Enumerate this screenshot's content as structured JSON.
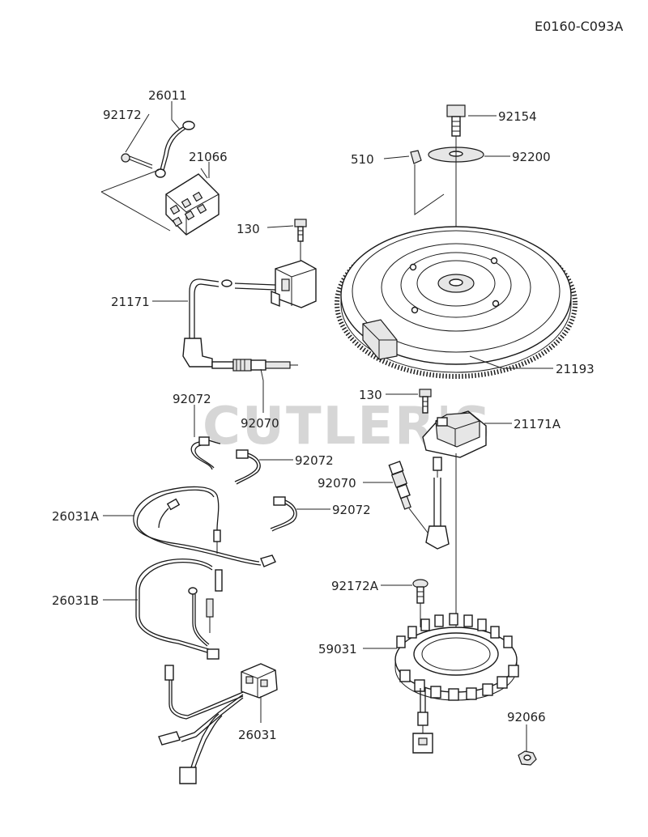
{
  "diagram_code": "E0160-C093A",
  "watermark": "CUTLER'S",
  "parts": {
    "p26011": "26011",
    "p92172": "92172",
    "p21066": "21066",
    "p130a": "130",
    "p21171": "21171",
    "p92154": "92154",
    "p510": "510",
    "p92200": "92200",
    "p21193": "21193",
    "p130b": "130",
    "p21171A": "21171A",
    "p92072a": "92072",
    "p92070a": "92070",
    "p92072b": "92072",
    "p92070b": "92070",
    "p92072c": "92072",
    "p26031A": "26031A",
    "p92172A": "92172A",
    "p26031B": "26031B",
    "p59031": "59031",
    "p92066": "92066",
    "p26031": "26031"
  }
}
